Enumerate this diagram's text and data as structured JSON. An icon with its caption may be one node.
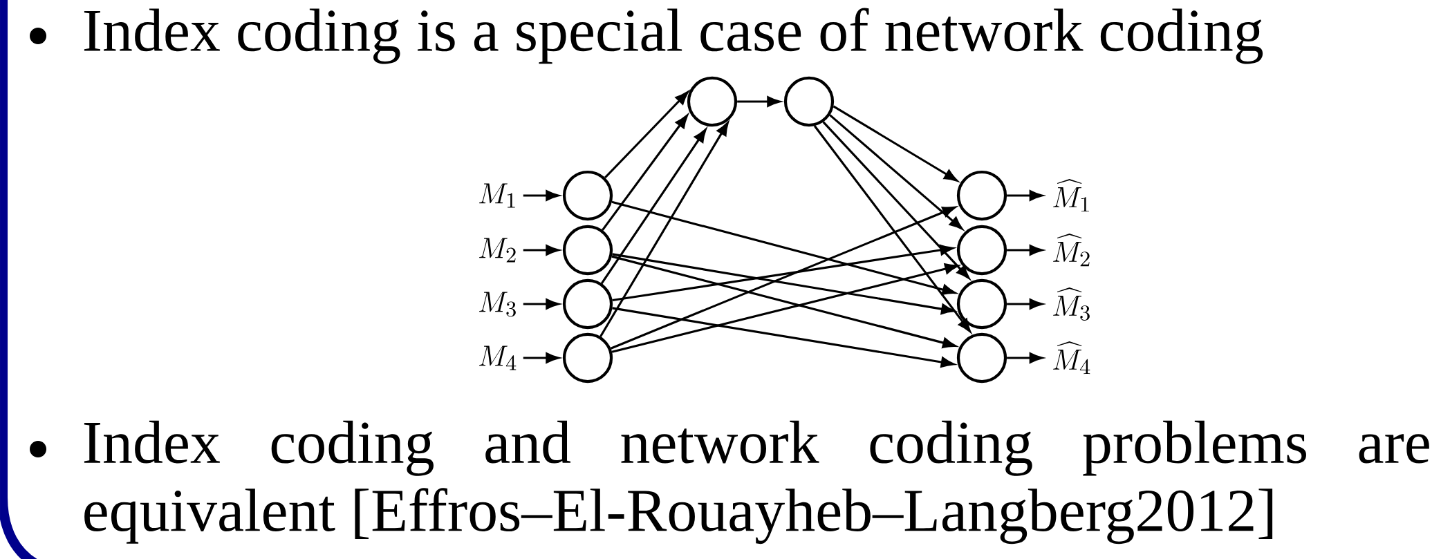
{
  "diagram": {
    "nodes": [
      {
        "text": [
          "M_1"
        ]
      },
      {
        "text": [
          "M_2"
        ]
      },
      {
        "text": [
          "M_3"
        ]
      },
      {
        "text": [
          "M_4"
        ]
      },
      {
        "text": [],
        "shape": "circle"
      },
      {
        "text": [],
        "shape": "circle"
      },
      {
        "text": [],
        "shape": "circle"
      },
      {
        "text": [],
        "shape": "circle"
      },
      {
        "text": [],
        "shape": "circle"
      },
      {
        "text": [],
        "shape": "circle"
      },
      {
        "text": [],
        "shape": "circle"
      },
      {
        "text": [],
        "shape": "circle"
      },
      {
        "text": [],
        "shape": "circle"
      },
      {
        "text": [],
        "shape": "circle"
      },
      {
        "text": [
          "\\widehat{M}_1"
        ]
      },
      {
        "text": [
          "\\widehat{M}_2"
        ]
      },
      {
        "text": [
          "\\widehat{M}_3"
        ]
      },
      {
        "text": [
          "\\widehat{M}_4"
        ]
      }
    ],
    "edges": [
      {
        "from": 0,
        "to": 4,
        "arrow": "to"
      },
      {
        "from": 1,
        "to": 5,
        "arrow": "to"
      },
      {
        "from": 2,
        "to": 6,
        "arrow": "to"
      },
      {
        "from": 3,
        "to": 7,
        "arrow": "to"
      },
      {
        "from": 4,
        "to": 8,
        "arrow": "to"
      },
      {
        "from": 5,
        "to": 8,
        "arrow": "to"
      },
      {
        "from": 6,
        "to": 8,
        "arrow": "to"
      },
      {
        "from": 7,
        "to": 8,
        "arrow": "to"
      },
      {
        "from": 8,
        "to": 9,
        "arrow": "to"
      },
      {
        "from": 9,
        "to": 10,
        "arrow": "to"
      },
      {
        "from": 9,
        "to": 11,
        "arrow": "to"
      },
      {
        "from": 9,
        "to": 12,
        "arrow": "to"
      },
      {
        "from": 9,
        "to": 13,
        "arrow": "to"
      },
      {
        "from": 4,
        "to": 12,
        "arrow": "to"
      },
      {
        "from": 5,
        "to": 12,
        "arrow": "to"
      },
      {
        "from": 5,
        "to": 13,
        "arrow": "to"
      },
      {
        "from": 6,
        "to": 11,
        "arrow": "to"
      },
      {
        "from": 6,
        "to": 13,
        "arrow": "to"
      },
      {
        "from": 7,
        "to": 10,
        "arrow": "to"
      },
      {
        "from": 7,
        "to": 11,
        "arrow": "to"
      },
      {
        "from": 10,
        "to": 14,
        "arrow": "to"
      },
      {
        "from": 11,
        "to": 15,
        "arrow": "to"
      },
      {
        "from": 12,
        "to": 16,
        "arrow": "to"
      },
      {
        "from": 13,
        "to": 17,
        "arrow": "to"
      }
    ],
    "labels": [
      "Index coding is a special case of network coding",
      "Index coding and network coding problems are equivalent [Effros–El-Rouayheb–Langberg2012]"
    ]
  }
}
